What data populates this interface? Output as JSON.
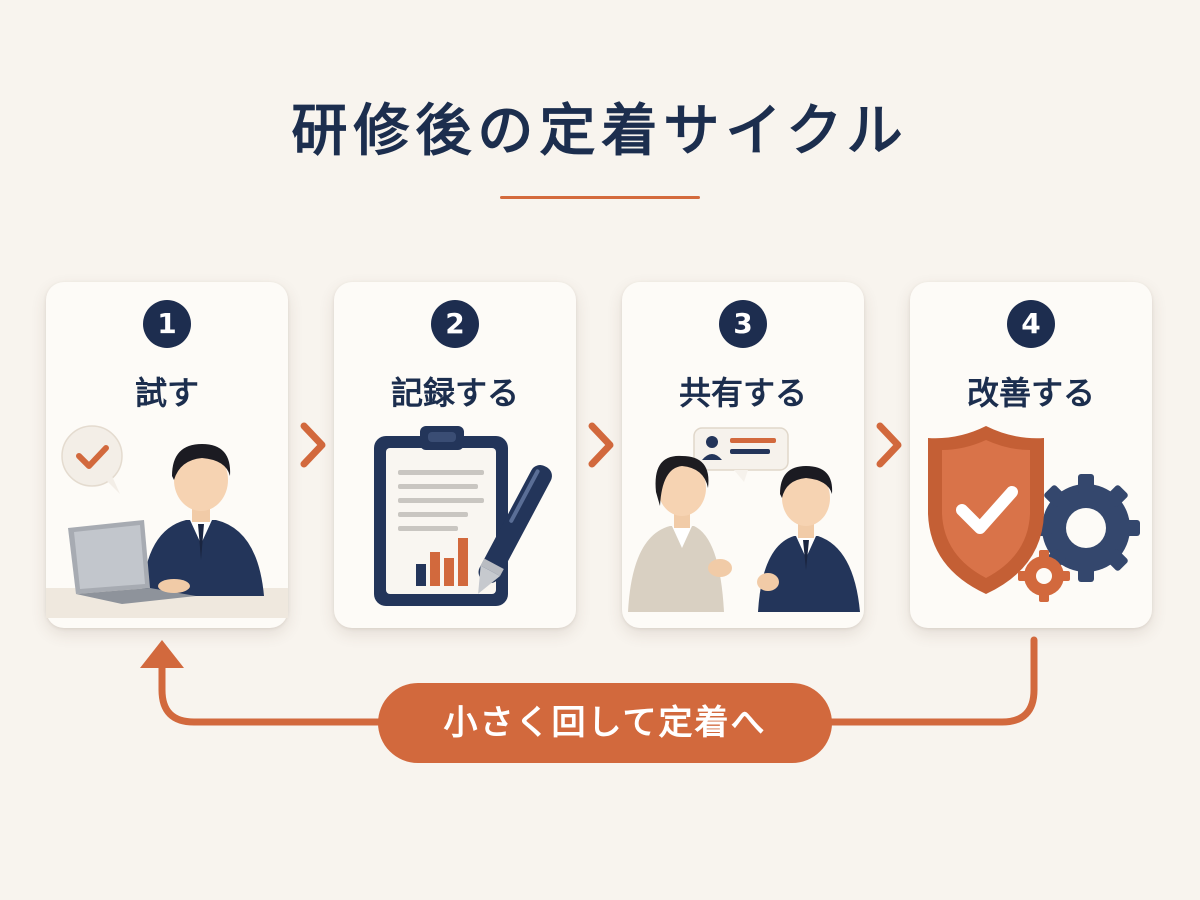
{
  "title": "研修後の定着サイクル",
  "steps": [
    {
      "number": "1",
      "label": "試す"
    },
    {
      "number": "2",
      "label": "記録する"
    },
    {
      "number": "3",
      "label": "共有する"
    },
    {
      "number": "4",
      "label": "改善する"
    }
  ],
  "cycle_label": "小さく回して定着へ",
  "colors": {
    "background": "#f8f4ee",
    "navy": "#1d2d4f",
    "accent": "#d2693d",
    "card": "#fdfbf7"
  }
}
